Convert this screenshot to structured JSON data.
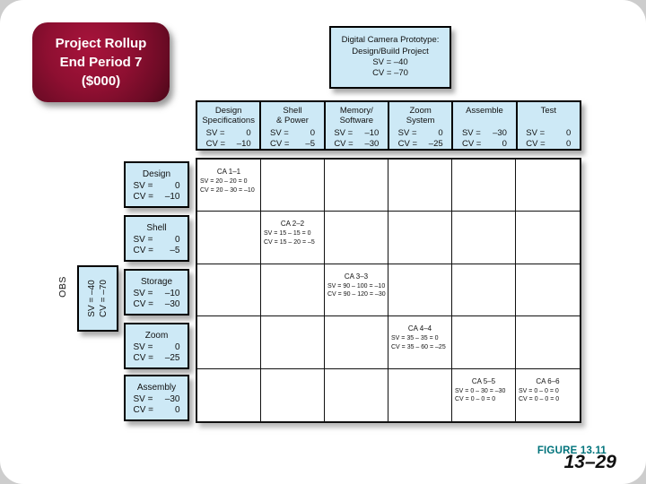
{
  "title_box": {
    "lines": [
      "Project Rollup",
      "End Period 7",
      "($000)"
    ]
  },
  "project_box": {
    "name_lines": [
      "Digital Camera Prototype:",
      "Design/Build Project"
    ],
    "sv_line": "SV = –40",
    "cv_line": "CV = –70"
  },
  "labels": {
    "sv": "SV =",
    "cv": "CV ="
  },
  "wbs_columns": [
    {
      "name_lines": [
        "Design",
        "Specifications"
      ],
      "sv": "0",
      "cv": "–10"
    },
    {
      "name_lines": [
        "Shell",
        "& Power"
      ],
      "sv": "0",
      "cv": "–5"
    },
    {
      "name_lines": [
        "Memory/",
        "Software"
      ],
      "sv": "–10",
      "cv": "–30"
    },
    {
      "name_lines": [
        "Zoom",
        "System"
      ],
      "sv": "0",
      "cv": "–25"
    },
    {
      "name_lines": [
        "Assemble"
      ],
      "sv": "–30",
      "cv": "0"
    },
    {
      "name_lines": [
        "Test"
      ],
      "sv": "0",
      "cv": "0"
    }
  ],
  "obs_rows": [
    {
      "name": "Design",
      "sv": "0",
      "cv": "–10"
    },
    {
      "name": "Shell",
      "sv": "0",
      "cv": "–5"
    },
    {
      "name": "Storage",
      "sv": "–10",
      "cv": "–30"
    },
    {
      "name": "Zoom",
      "sv": "0",
      "cv": "–25"
    },
    {
      "name": "Assembly",
      "sv": "–30",
      "cv": "0"
    }
  ],
  "obs_sidebar": {
    "label": "OBS",
    "sv_line": "SV = –40",
    "cv_line": "CV = –70"
  },
  "grid_cells": [
    {
      "row": 0,
      "col": 0,
      "title": "CA 1–1",
      "sv": "SV = 20 – 20 = 0",
      "cv": "CV = 20 – 30 = –10"
    },
    {
      "row": 1,
      "col": 1,
      "title": "CA 2–2",
      "sv": "SV = 15 – 15 = 0",
      "cv": "CV = 15 – 20 = –5"
    },
    {
      "row": 2,
      "col": 2,
      "title": "CA 3–3",
      "sv": "SV = 90 – 100 = –10",
      "cv": "CV = 90 – 120 = –30"
    },
    {
      "row": 3,
      "col": 3,
      "title": "CA 4–4",
      "sv": "SV = 35 – 35 = 0",
      "cv": "CV = 35 – 60 = –25"
    },
    {
      "row": 4,
      "col": 4,
      "title": "CA 5–5",
      "sv": "SV = 0 – 30 = –30",
      "cv": "CV = 0 – 0 = 0"
    },
    {
      "row": 4,
      "col": 5,
      "title": "CA 6–6",
      "sv": "SV = 0 – 0 = 0",
      "cv": "CV = 0 – 0 = 0"
    }
  ],
  "footer": {
    "figure_label": "FIGURE 13.11",
    "page_number": "13–29"
  },
  "colors": {
    "box_fill": "#cde9f6",
    "title_box_fill": "#8e0f31",
    "figure_label_color": "#00737b",
    "border": "#000000"
  }
}
